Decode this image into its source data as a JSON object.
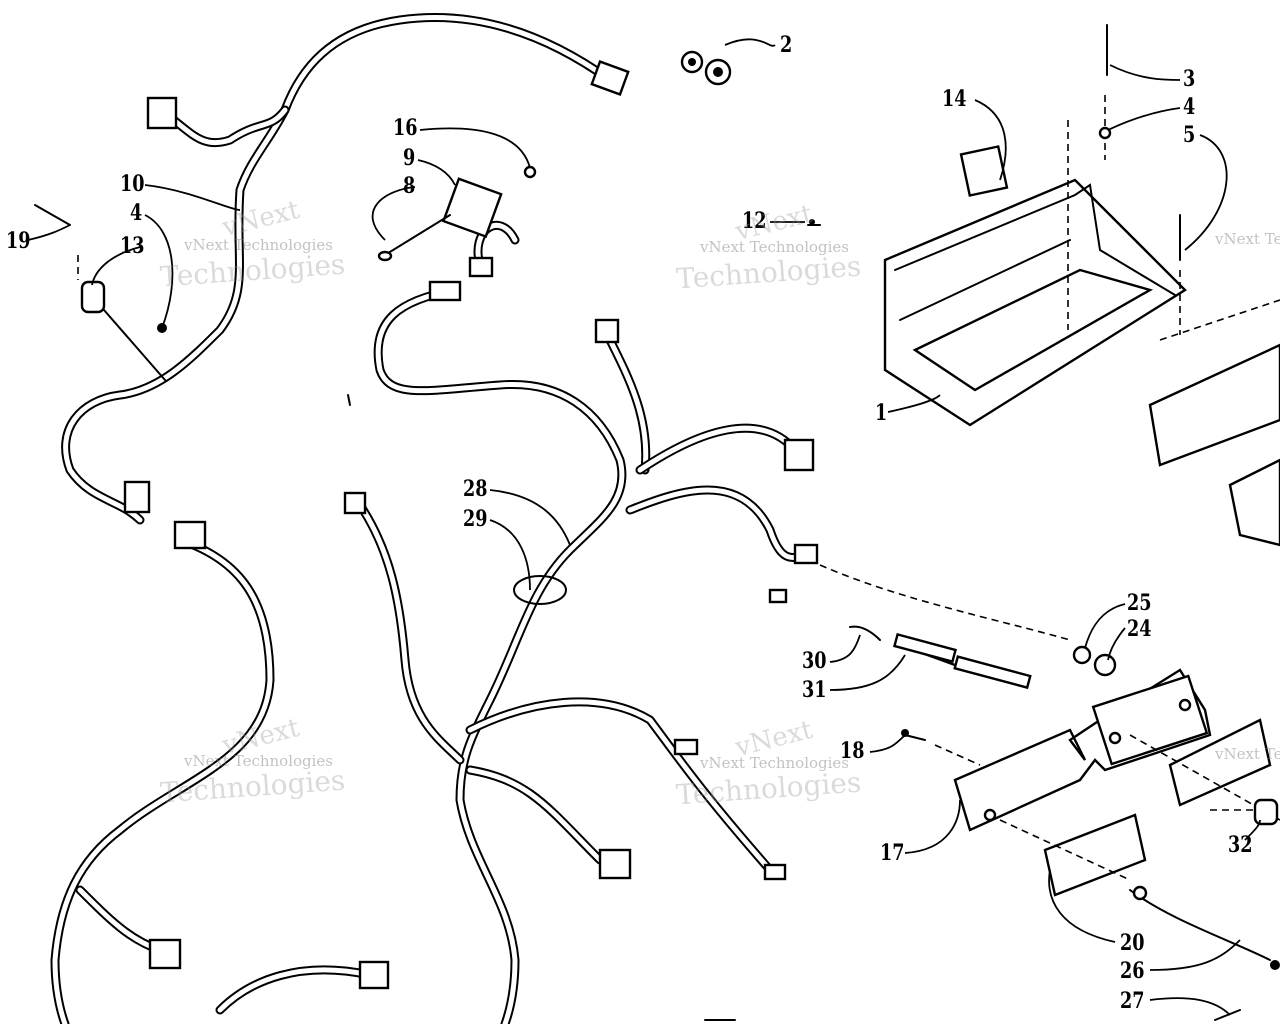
{
  "callouts": [
    "1",
    "2",
    "3",
    "4",
    "5",
    "8",
    "9",
    "10",
    "4",
    "13",
    "14",
    "16",
    "17",
    "12",
    "19",
    "20",
    "24",
    "25",
    "26",
    "27",
    "28",
    "29",
    "30",
    "31",
    "32",
    "18"
  ],
  "watermark": {
    "small": "vNext Technologies",
    "brand": "vNext",
    "large": "Technologies"
  }
}
